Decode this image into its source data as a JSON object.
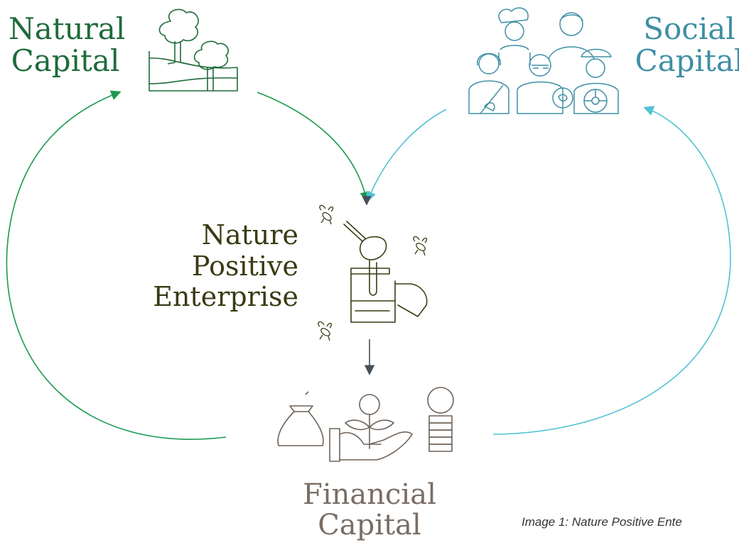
{
  "natural_capital": {
    "line1": "Natural",
    "line2": "Capital",
    "color": "#1f6b3a"
  },
  "social_capital": {
    "line1": "Social",
    "line2": "Capital",
    "color": "#3e8fa5"
  },
  "nature_positive": {
    "line1": "Nature",
    "line2": "Positive",
    "line3": "Enterprise",
    "color": "#3a3a14"
  },
  "financial_capital": {
    "line1": "Financial",
    "line2": "Capital",
    "color": "#7a6e64"
  },
  "caption": "Image 1: Nature Positive Ente",
  "colors": {
    "green_arrow": "#1b9a4e",
    "teal_arrow": "#52c2d4",
    "dark_arrow": "#45505a",
    "icon_stroke": "#3c3c3c"
  },
  "icons": [
    "trees-icon",
    "people-group-icon",
    "honey-jar-icon",
    "bee-icon",
    "money-bag-icon",
    "plant-hand-icon",
    "coin-stack-icon"
  ]
}
